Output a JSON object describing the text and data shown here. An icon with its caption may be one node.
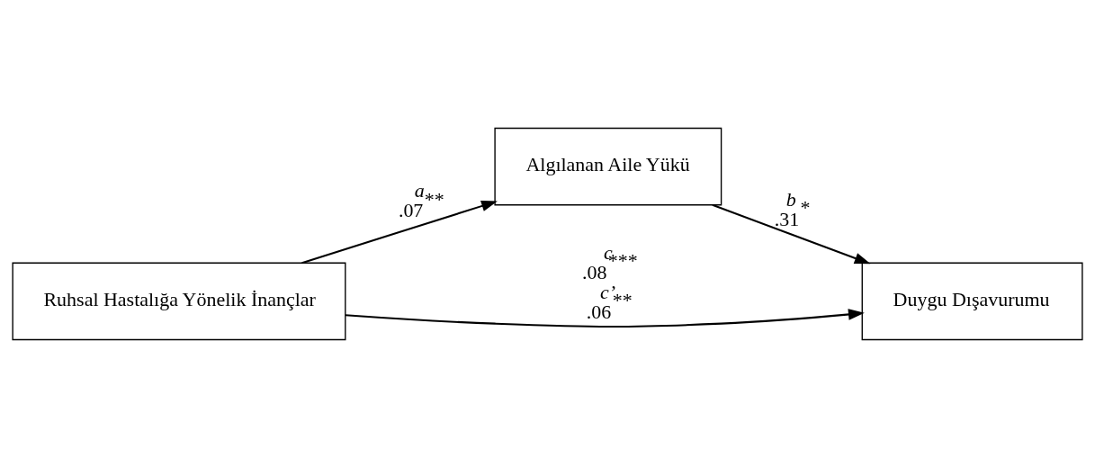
{
  "diagram": {
    "nodes": [
      {
        "text": [
          "Ruhsal Hastalığa Yönelik İnançlar"
        ]
      },
      {
        "text": [
          "Algılanan Aile Yükü"
        ]
      },
      {
        "text": [
          "Duygu Dışavurumu"
        ]
      }
    ],
    "edges": [
      {
        "from": 0,
        "to": 1,
        "arrow": "to",
        "label": "*a* .07$^{**}$"
      },
      {
        "from": 1,
        "to": 2,
        "arrow": "to",
        "label": "*b* .31$^{*}$"
      },
      {
        "from": 0,
        "to": 2,
        "arrow": "to",
        "label": "*c* .08$^{***}$ *c’* .06$^{**}$"
      }
    ]
  }
}
